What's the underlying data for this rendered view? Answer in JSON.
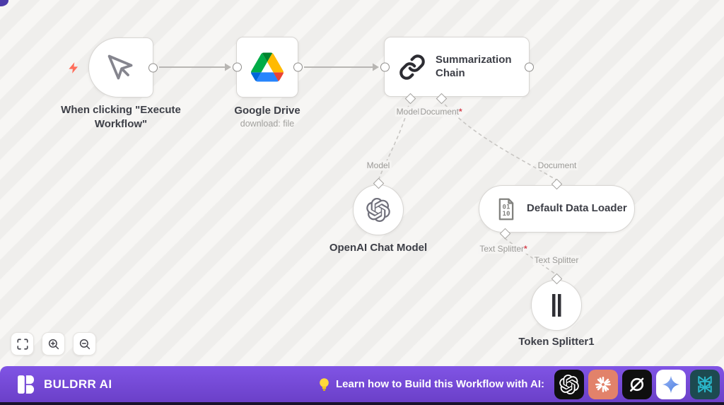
{
  "canvas": {
    "nodes": {
      "trigger": {
        "label": "When clicking \"Execute Workflow\""
      },
      "gdrive": {
        "label": "Google Drive",
        "subtitle": "download: file"
      },
      "chain": {
        "label": "Summarization Chain"
      },
      "openai": {
        "label": "OpenAI Chat Model"
      },
      "loader": {
        "label": "Default Data Loader",
        "icon_rows": [
          "01",
          "10"
        ]
      },
      "splitter": {
        "label": "Token Splitter1"
      }
    },
    "wire_labels": {
      "chain_model": "Model",
      "chain_document": "Document",
      "openai_model": "Model",
      "loader_document": "Document",
      "loader_text_splitter": "Text Splitter",
      "splitter_text_splitter": "Text Splitter",
      "required_mark": "*"
    },
    "controls": {
      "fit_view_icon": "fit-view-icon",
      "zoom_in_icon": "zoom-in-icon",
      "zoom_out_icon": "zoom-out-icon"
    }
  },
  "footer": {
    "brand": "BULDRR AI",
    "message": "Learn how to Build this Workflow with AI:",
    "bulb_icon": "lightbulb-icon",
    "ai_icons": [
      "openai",
      "claude",
      "grok",
      "gemini",
      "perplexity"
    ],
    "colors": {
      "bar_top": "#8054e5",
      "bar_bottom": "#6b40c8",
      "base_strip": "#18122b",
      "claude_tile": "#e2826a",
      "perplexity_tile": "#1d4a50",
      "perplexity_glyph": "#2ab6c9",
      "gemini_blue": "#4a7de0"
    }
  },
  "theme": {
    "canvas_bg": "#f7f6f4",
    "canvas_stripe": "#efeeec",
    "trigger_bolt": "#ff6d5a",
    "required_red": "#d6434e",
    "wire_gray": "#b8b6b3"
  }
}
